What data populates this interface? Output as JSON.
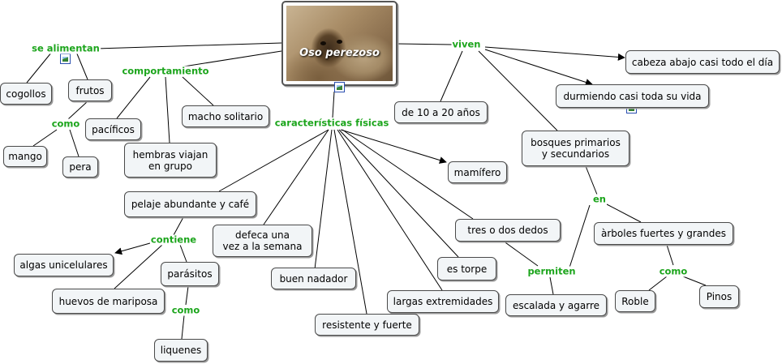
{
  "center": {
    "title": "Oso  perezoso",
    "image": "sloth-photo"
  },
  "concepts": {
    "cogollos": "cogollos",
    "frutos": "frutos",
    "mango": "mango",
    "pera": "pera",
    "pacificos": "pacíficos",
    "hembras": "hembras viajan\nen grupo",
    "macho": "macho solitario",
    "edad": "de 10 a 20 años",
    "cabeza": "cabeza abajo casi todo el día",
    "durmiendo": "durmiendo casi toda su vida",
    "bosques": "bosques primarios\ny secundarios",
    "mamifero": "mamífero",
    "pelaje": "pelaje abundante y café",
    "defeca": "defeca una\nvez a la semana",
    "tres_dedos": "tres  o  dos  dedos",
    "arboles": "àrboles fuertes y grandes",
    "algas": "algas unicelulares",
    "parasitos": "parásitos",
    "es_torpe": "es  torpe",
    "buen_nadador": "buen  nadador",
    "huevos": "huevos de mariposa",
    "largas": "largas extremidades",
    "escalada": "escalada y agarre",
    "roble": "Roble",
    "pinos": "Pinos",
    "resistente": "resistente y fuerte",
    "liquenes": "liquenes"
  },
  "links": {
    "se_alimentan": "se alimentan",
    "comportamiento": "comportamiento",
    "viven": "viven",
    "caracteristicas": "características físicas",
    "como_frutos": "como",
    "contiene": "contiene",
    "como_parasitos": "como",
    "en": "en",
    "permiten": "permiten",
    "como_arboles": "como"
  },
  "colors": {
    "link_text": "#1ca51c",
    "node_fill": "#f2f5f7",
    "node_border": "#4a4a4a",
    "edge": "#000000"
  }
}
